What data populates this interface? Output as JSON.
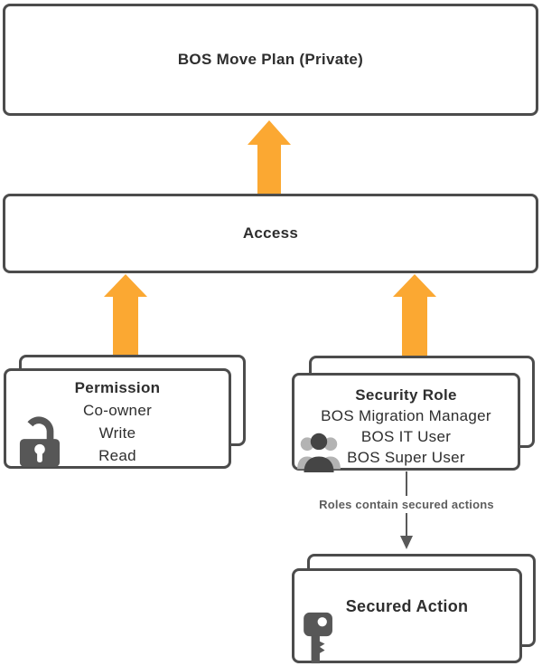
{
  "top_box": {
    "label": "BOS Move Plan (Private)"
  },
  "access_box": {
    "label": "Access"
  },
  "permission": {
    "title": "Permission",
    "items": [
      "Co-owner",
      "Write",
      "Read"
    ],
    "icon": "open-padlock-icon"
  },
  "security_role": {
    "title": "Security Role",
    "items": [
      "BOS Migration Manager",
      "BOS IT User",
      "BOS Super User"
    ],
    "icon": "users-icon"
  },
  "connector": {
    "label": "Roles contain secured actions"
  },
  "secured_action": {
    "title": "Secured Action",
    "icon": "key-icon"
  },
  "colors": {
    "arrow_orange": "#FBA832",
    "box_border_gray": "#4C4C4C",
    "icon_dark_gray": "#575757",
    "icon_light_gray": "#B3B3B3",
    "connector_gray": "#595959",
    "label_gray": "#5E5E5E",
    "text": "#2E2E2E",
    "background": "#FFFFFF"
  }
}
